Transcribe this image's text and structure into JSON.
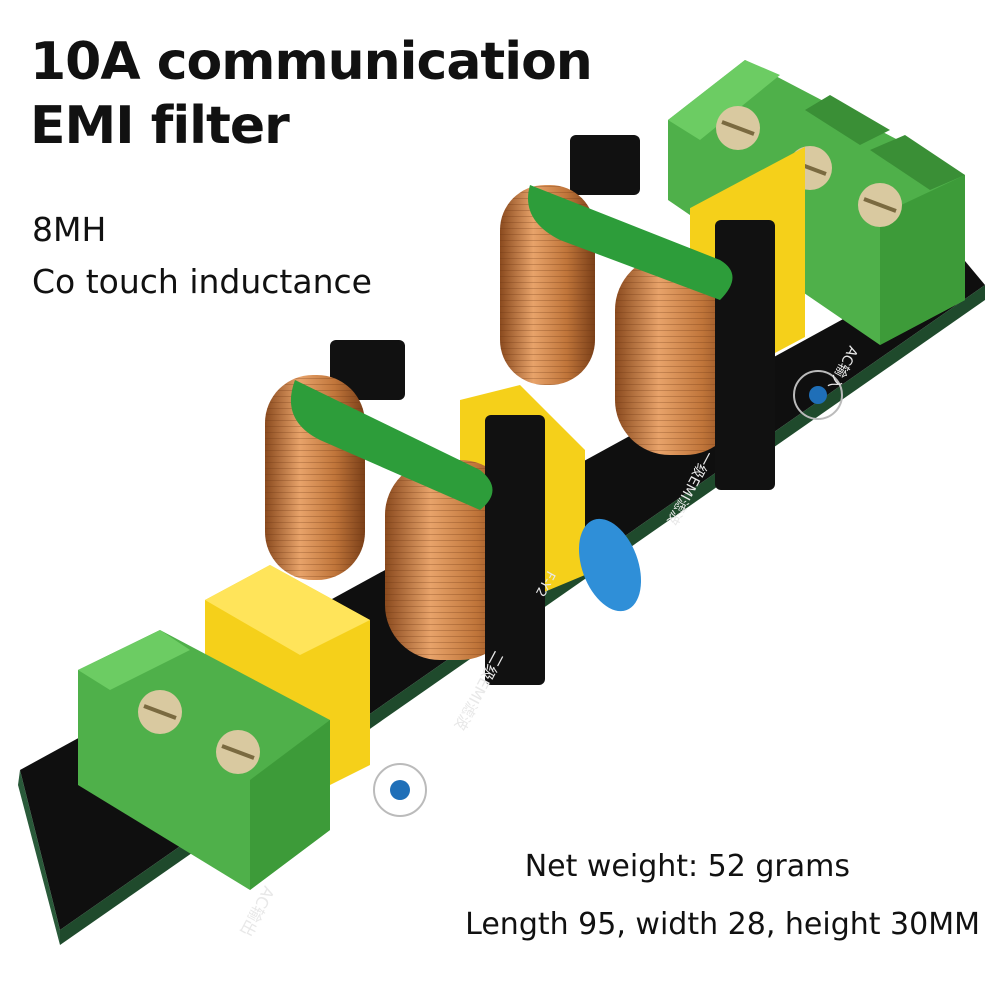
{
  "heading": {
    "line1": "10A communication",
    "line2": "EMI filter"
  },
  "subheading": {
    "line1": "8MH",
    "line2": "Co touch inductance"
  },
  "specs": {
    "weight": "Net weight: 52 grams",
    "dimensions": "Length 95, width 28, height 30MM"
  },
  "board": {
    "silk_output": "AC输出",
    "silk_input": "AC输入",
    "silk_stage1": "一级EMI滤波",
    "silk_stage2": "二级EMI滤波",
    "silk_cap": "F-Y2"
  },
  "colors": {
    "pcb": "#141414",
    "terminal": "#4fb04a",
    "coil": "#c77a3c",
    "capacitor": "#f5d01a",
    "clamp": "#2d9d3a"
  }
}
